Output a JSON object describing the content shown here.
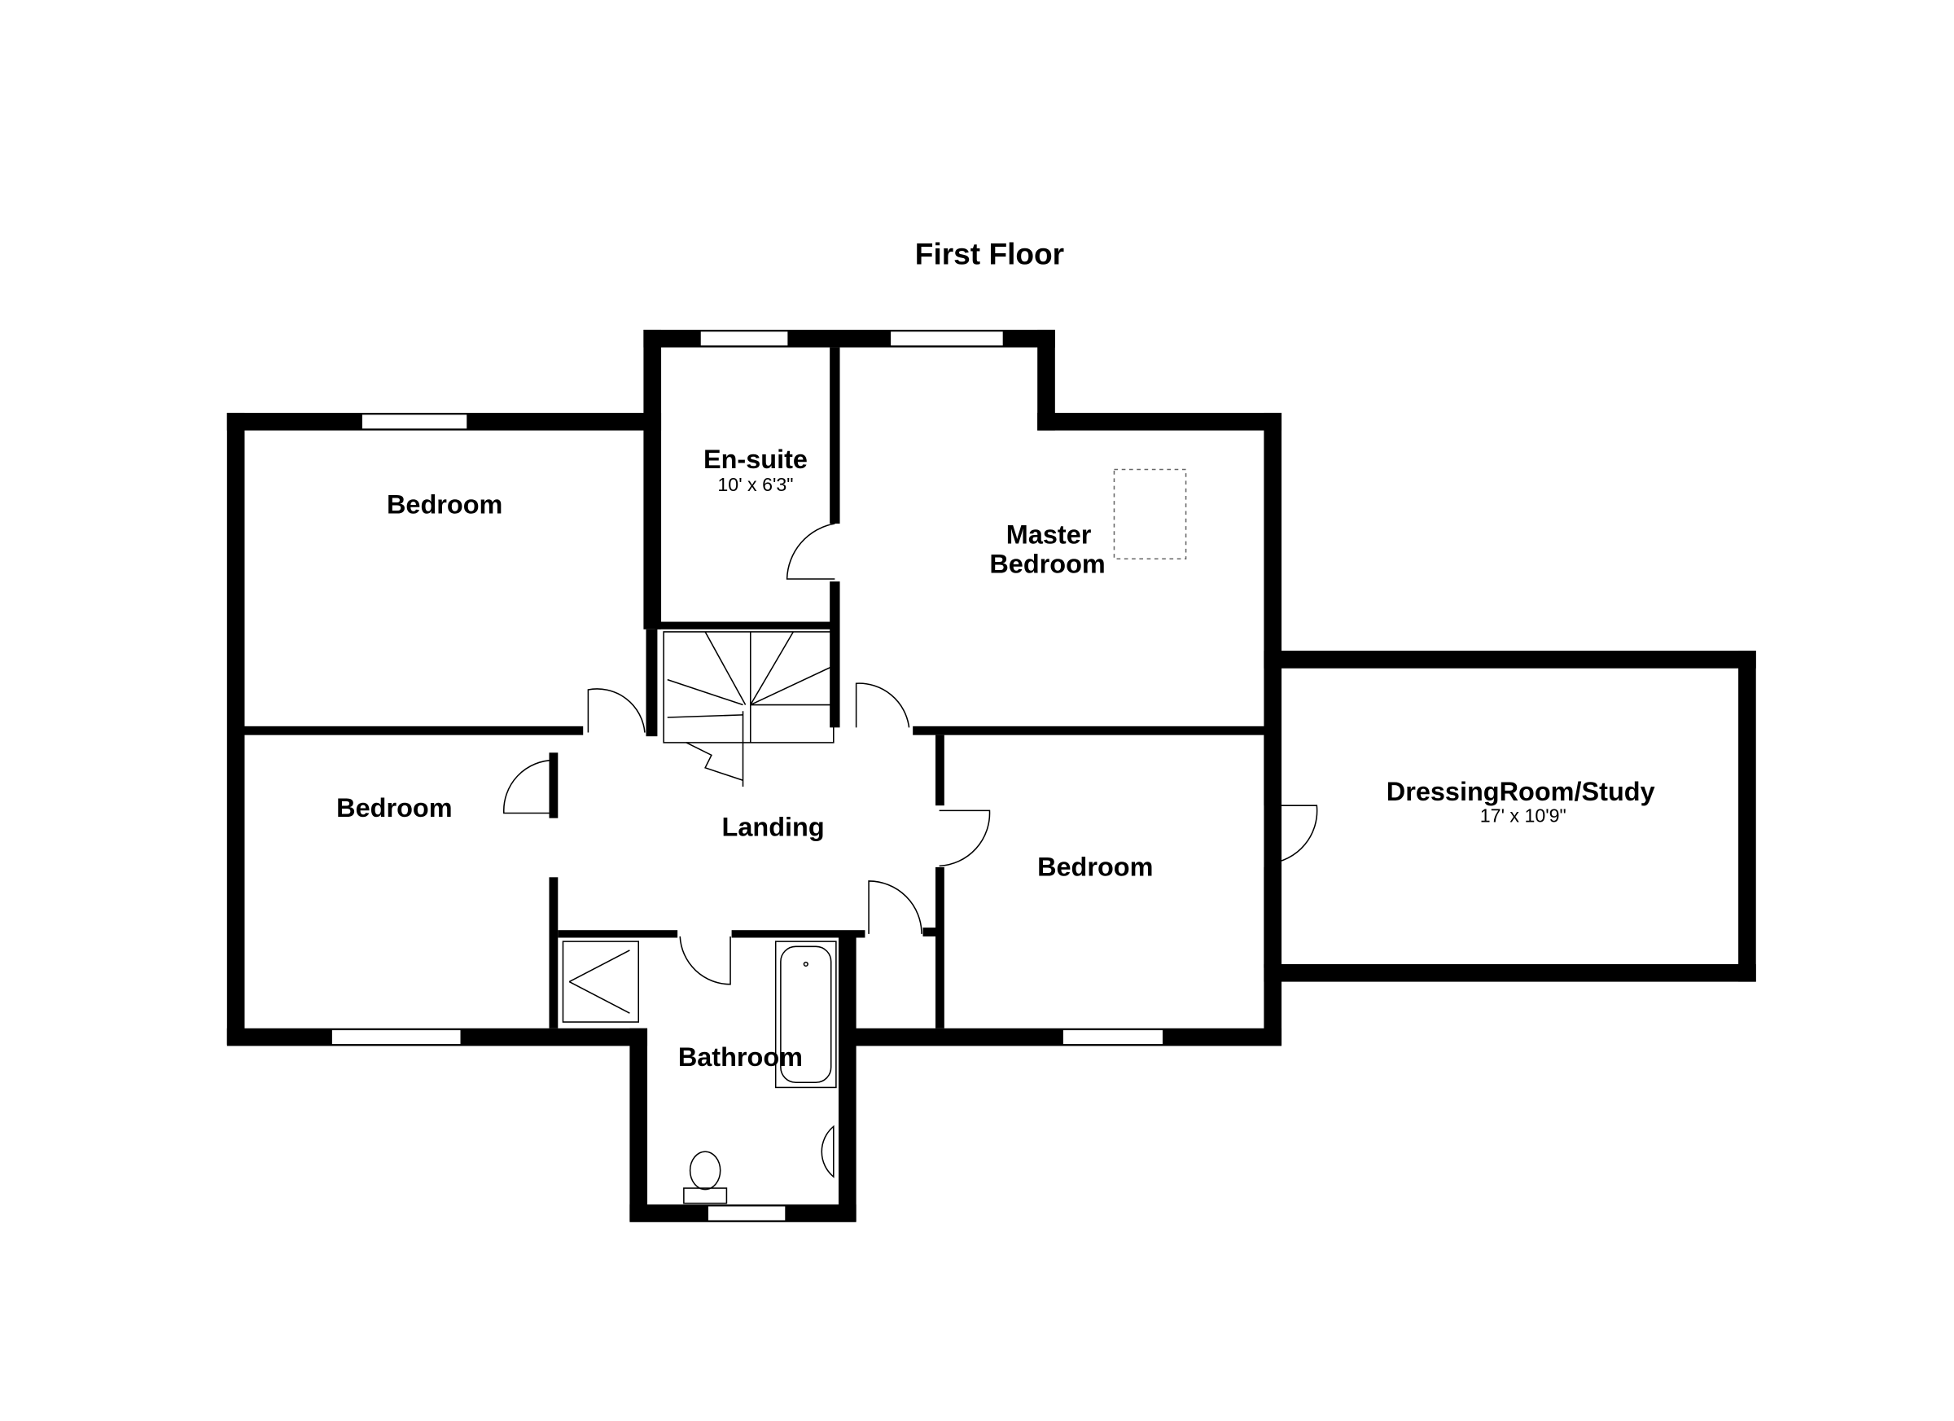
{
  "title": "First Floor",
  "rooms": {
    "bedroom_nw": {
      "name": "Bedroom"
    },
    "ensuite": {
      "name": "En-suite",
      "size": "10' x 6'3\""
    },
    "master": {
      "name_line1": "Master",
      "name_line2": "Bedroom"
    },
    "bedroom_w": {
      "name": "Bedroom"
    },
    "landing": {
      "name": "Landing"
    },
    "bedroom_e": {
      "name": "Bedroom"
    },
    "dressing": {
      "name": "DressingRoom/Study",
      "size": "17' x 10'9\""
    },
    "bathroom": {
      "name": "Bathroom"
    }
  }
}
